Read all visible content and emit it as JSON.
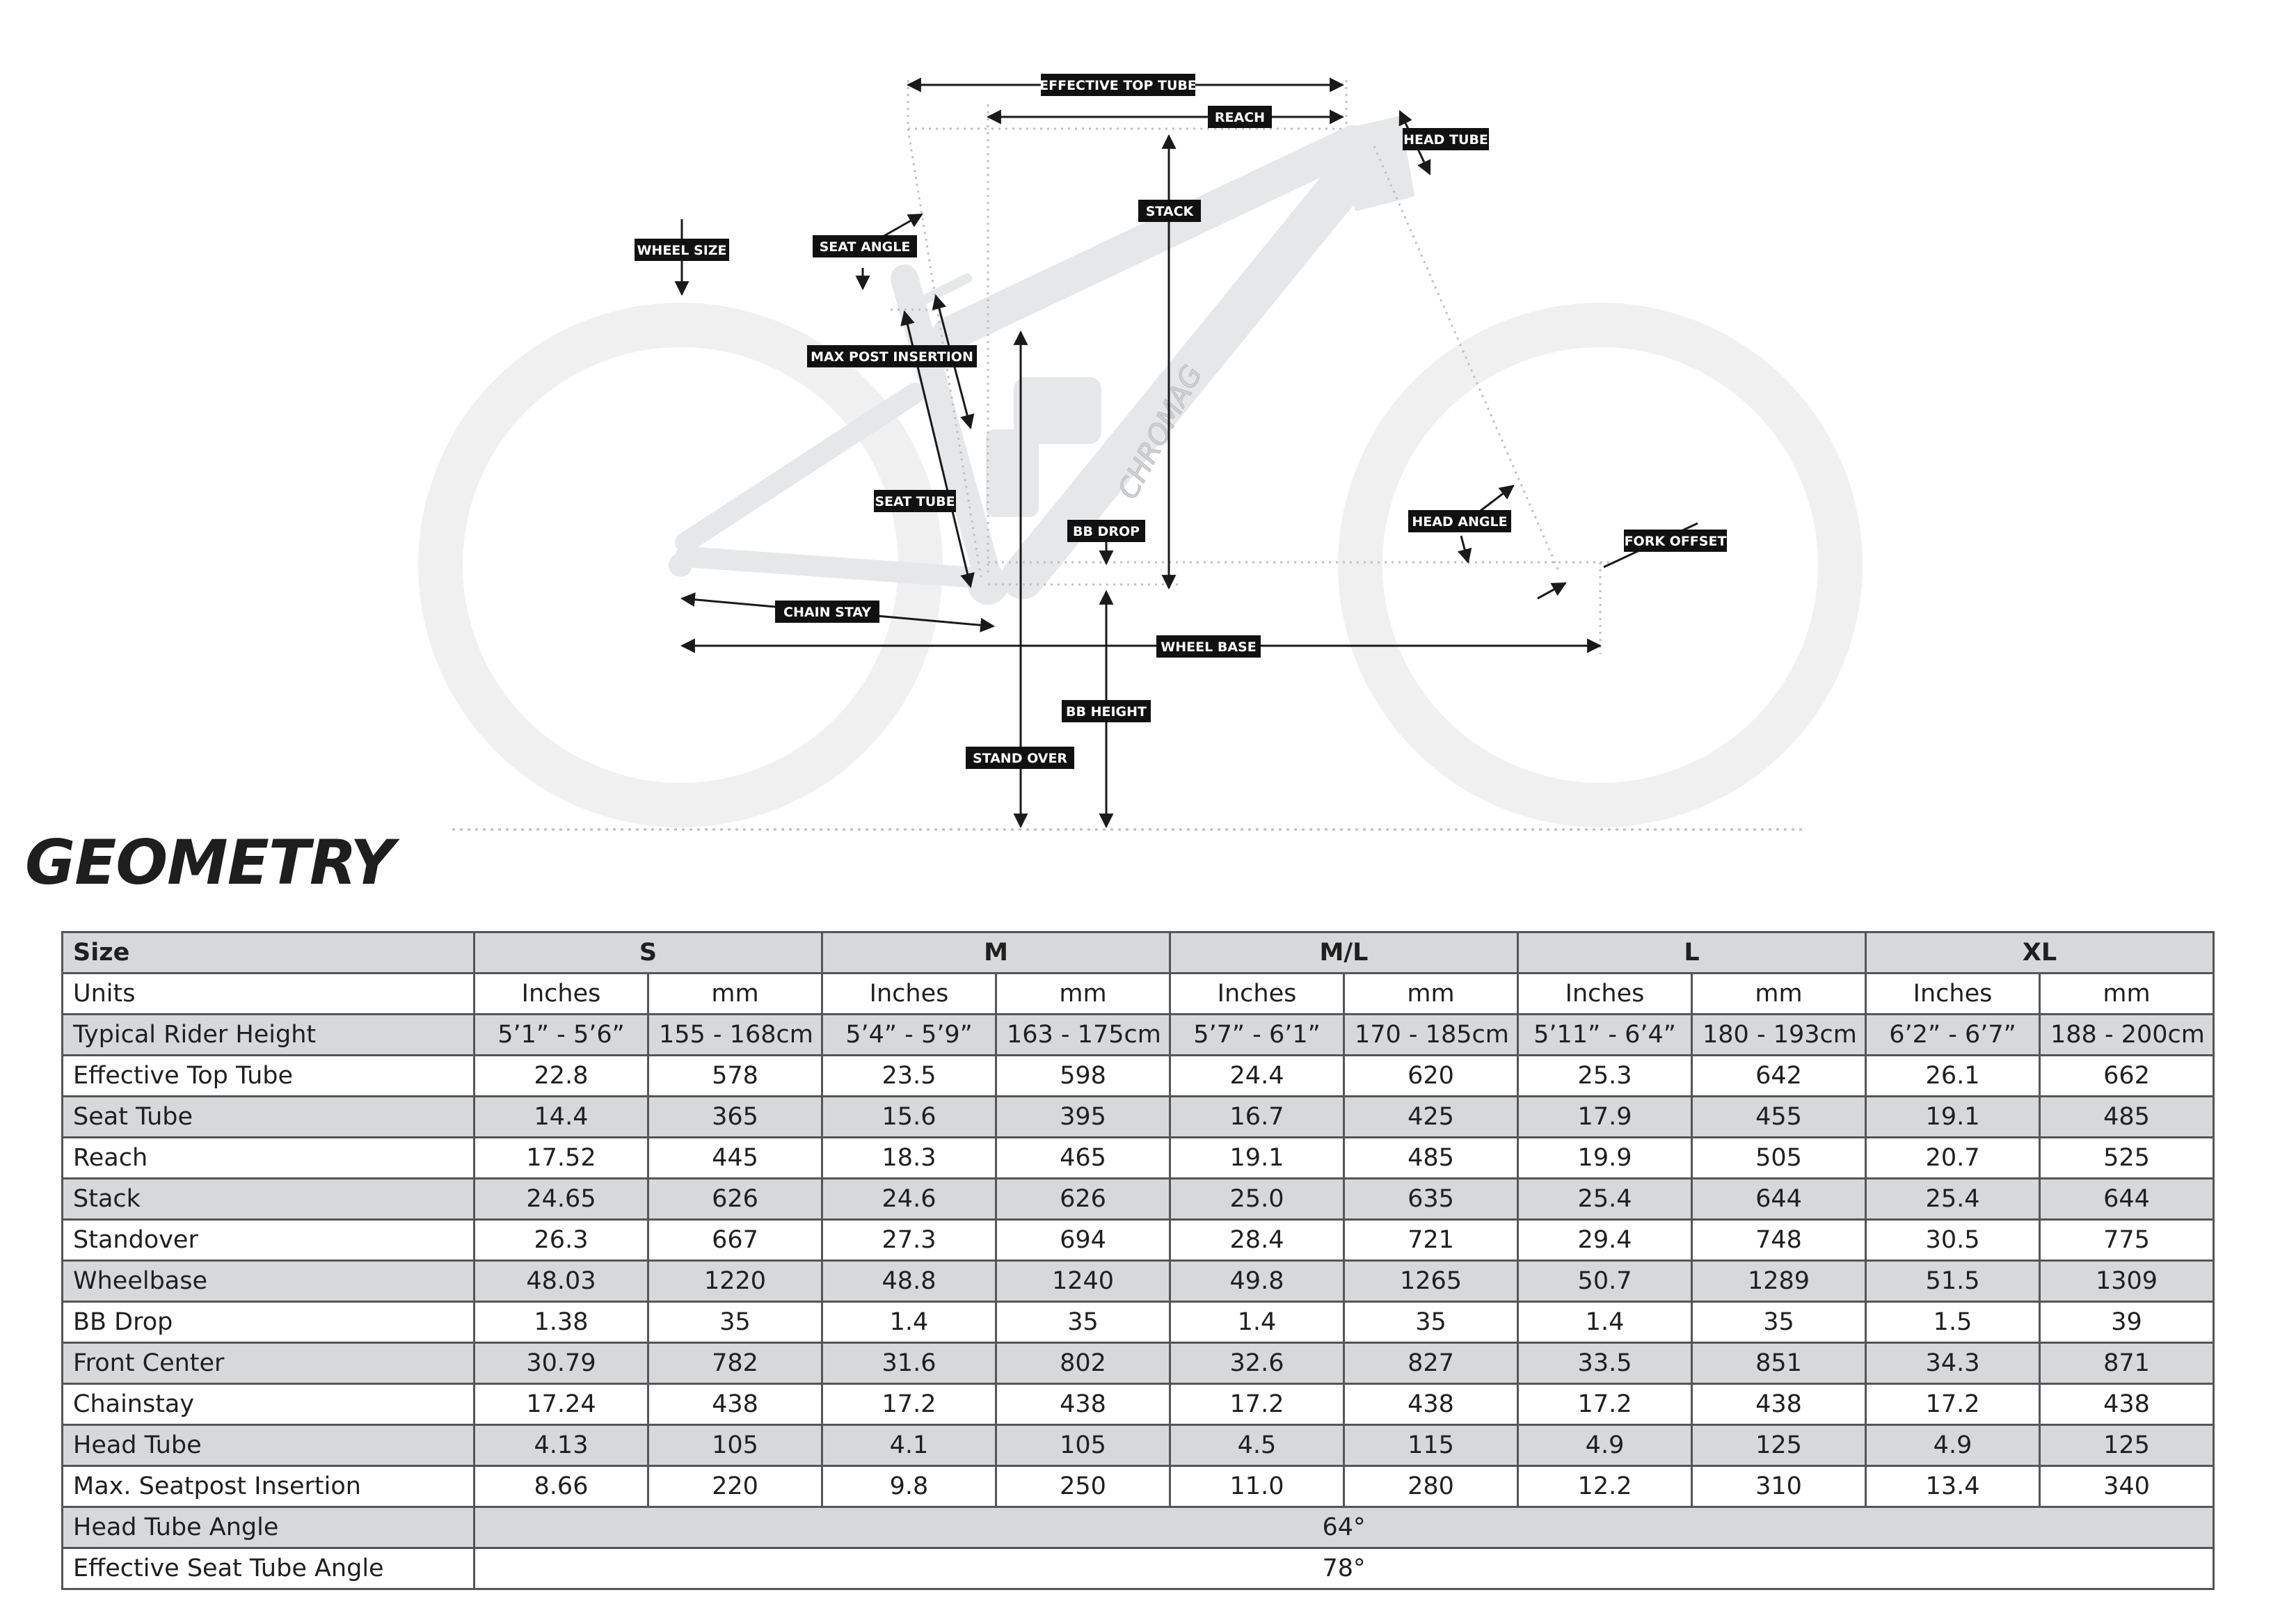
{
  "diagram": {
    "brand": "CHROMAG",
    "labels": {
      "effective_top_tube": "EFFECTIVE TOP TUBE",
      "reach": "REACH",
      "head_tube": "HEAD TUBE",
      "stack": "STACK",
      "wheel_size": "WHEEL SIZE",
      "seat_angle": "SEAT ANGLE",
      "max_post_insertion": "MAX POST INSERTION",
      "seat_tube": "SEAT TUBE",
      "bb_drop": "BB DROP",
      "head_angle": "HEAD ANGLE",
      "fork_offset": "FORK OFFSET",
      "chain_stay": "CHAIN STAY",
      "wheel_base": "WHEEL BASE",
      "bb_height": "BB HEIGHT",
      "stand_over": "STAND OVER"
    }
  },
  "title": "GEOMETRY",
  "table": {
    "size_label": "Size",
    "sizes": [
      "S",
      "M",
      "M/L",
      "L",
      "XL"
    ],
    "units_label": "Units",
    "units": [
      "Inches",
      "mm"
    ],
    "rows": [
      {
        "label": "Typical Rider Height",
        "values": [
          "5’1” - 5’6”",
          "155 - 168cm",
          "5’4” - 5’9”",
          "163 - 175cm",
          "5’7” - 6’1”",
          "170 - 185cm",
          "5’11” - 6’4”",
          "180 - 193cm",
          "6’2” - 6’7”",
          "188 - 200cm"
        ]
      },
      {
        "label": "Effective Top Tube",
        "values": [
          "22.8",
          "578",
          "23.5",
          "598",
          "24.4",
          "620",
          "25.3",
          "642",
          "26.1",
          "662"
        ]
      },
      {
        "label": "Seat Tube",
        "values": [
          "14.4",
          "365",
          "15.6",
          "395",
          "16.7",
          "425",
          "17.9",
          "455",
          "19.1",
          "485"
        ]
      },
      {
        "label": "Reach",
        "values": [
          "17.52",
          "445",
          "18.3",
          "465",
          "19.1",
          "485",
          "19.9",
          "505",
          "20.7",
          "525"
        ]
      },
      {
        "label": "Stack",
        "values": [
          "24.65",
          "626",
          "24.6",
          "626",
          "25.0",
          "635",
          "25.4",
          "644",
          "25.4",
          "644"
        ]
      },
      {
        "label": "Standover",
        "values": [
          "26.3",
          "667",
          "27.3",
          "694",
          "28.4",
          "721",
          "29.4",
          "748",
          "30.5",
          "775"
        ]
      },
      {
        "label": "Wheelbase",
        "values": [
          "48.03",
          "1220",
          "48.8",
          "1240",
          "49.8",
          "1265",
          "50.7",
          "1289",
          "51.5",
          "1309"
        ]
      },
      {
        "label": "BB Drop",
        "values": [
          "1.38",
          "35",
          "1.4",
          "35",
          "1.4",
          "35",
          "1.4",
          "35",
          "1.5",
          "39"
        ]
      },
      {
        "label": "Front Center",
        "values": [
          "30.79",
          "782",
          "31.6",
          "802",
          "32.6",
          "827",
          "33.5",
          "851",
          "34.3",
          "871"
        ]
      },
      {
        "label": "Chainstay",
        "values": [
          "17.24",
          "438",
          "17.2",
          "438",
          "17.2",
          "438",
          "17.2",
          "438",
          "17.2",
          "438"
        ]
      },
      {
        "label": "Head Tube",
        "values": [
          "4.13",
          "105",
          "4.1",
          "105",
          "4.5",
          "115",
          "4.9",
          "125",
          "4.9",
          "125"
        ]
      },
      {
        "label": "Max. Seatpost Insertion",
        "values": [
          "8.66",
          "220",
          "9.8",
          "250",
          "11.0",
          "280",
          "12.2",
          "310",
          "13.4",
          "340"
        ]
      }
    ],
    "head_tube_angle_label": "Head Tube Angle",
    "head_tube_angle": "64°",
    "seat_tube_angle_label": "Effective Seat Tube Angle",
    "seat_tube_angle": "78°"
  }
}
